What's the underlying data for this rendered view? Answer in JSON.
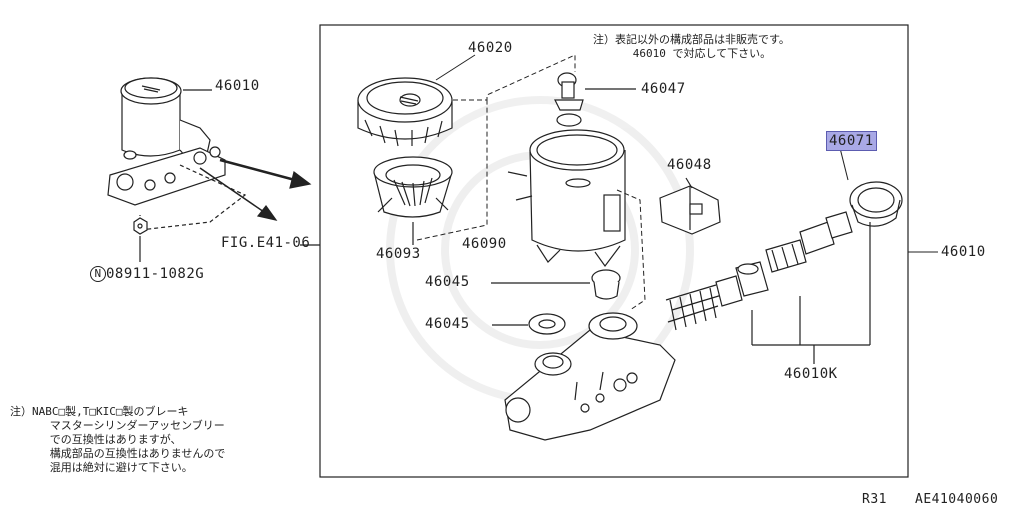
{
  "parts": {
    "p46010_left": "46010",
    "p46020": "46020",
    "p46047": "46047",
    "p46071": "46071",
    "p46048": "46048",
    "p46093": "46093",
    "p46090": "46090",
    "p46045_a": "46045",
    "p46045_b": "46045",
    "p46010_right": "46010",
    "p46010k": "46010K",
    "fig_ref": "FIG.E41-06",
    "nut_code": "08911-1082G",
    "nut_prefix": "N"
  },
  "notes": {
    "top": "注）表記以外の構成部品は非販売です。\n      46010 で対応して下さい。",
    "bottom": "注）NABC□製,T□KIC□製のブレーキ\n      マスターシリンダーアッセンブリー\n      での互換性はありますが、\n      構成部品の互換性はありませんので\n      混用は絶対に避けて下さい。"
  },
  "footer": {
    "model": "R31",
    "code": "AE41040060"
  },
  "colors": {
    "highlight": "#a9a9e6",
    "line": "#222222"
  }
}
